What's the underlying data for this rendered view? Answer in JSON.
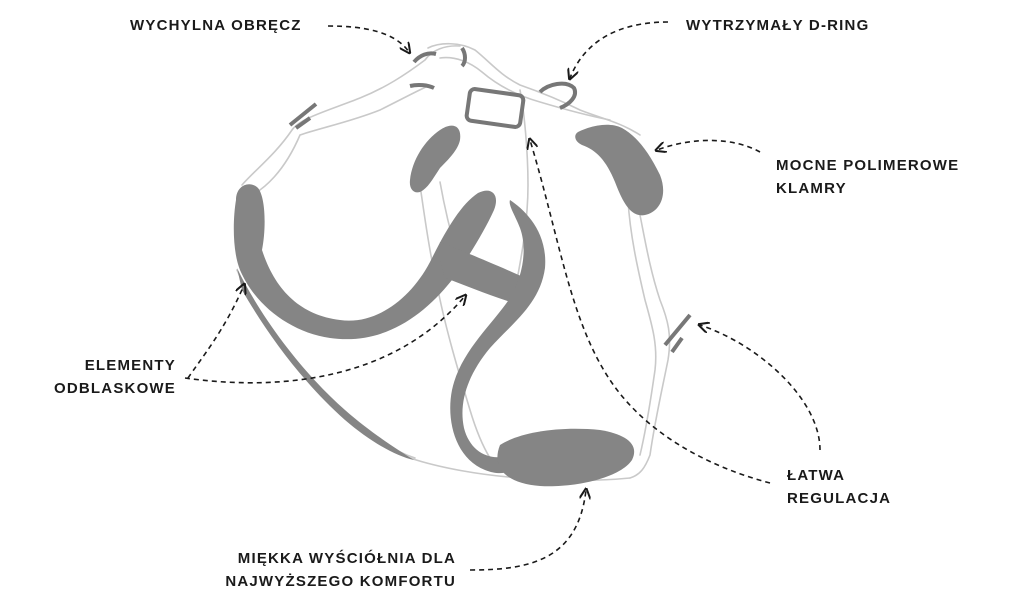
{
  "labels": {
    "tilting_ring": "WYCHYLNA OBRĘCZ",
    "d_ring": "WYTRZYMAŁY D-RING",
    "buckles": [
      "MOCNE POLIMEROWE",
      "KLAMRY"
    ],
    "reflective": [
      "ELEMENTY",
      "ODBLASKOWE"
    ],
    "adjustment": [
      "ŁATWA",
      "REGULACJA"
    ],
    "padding": [
      "MIĘKKA WYŚCIÓŁNIA DLA",
      "NAJWYŻSZEGO KOMFORTU"
    ]
  },
  "colors": {
    "text": "#1a1a1a",
    "padding_fill": "#858585",
    "outline": "#c9c9c9",
    "background": "#ffffff"
  }
}
